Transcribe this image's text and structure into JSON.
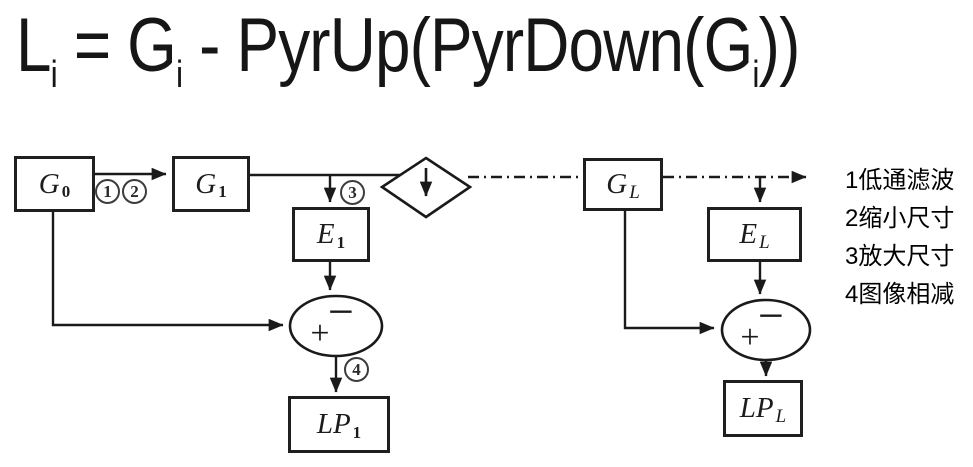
{
  "title": {
    "p1": "L",
    "s1": "i",
    "p2": " = G",
    "s2": "i",
    "p3": " - PyrUp(PyrDown(G",
    "s3": "i",
    "p4": "))"
  },
  "diagram": {
    "boxes": {
      "g0": {
        "main": "G",
        "sub": "0"
      },
      "g1": {
        "main": "G",
        "sub": "1"
      },
      "e1": {
        "main": "E",
        "sub": "1"
      },
      "lp1": {
        "main": "LP",
        "sub": "1"
      },
      "gL": {
        "main": "G",
        "sub": "L"
      },
      "eL": {
        "main": "E",
        "sub": "L"
      },
      "lpL": {
        "main": "LP",
        "sub": "L"
      }
    },
    "steps": {
      "one": "1",
      "two": "2",
      "three": "3",
      "four": "4"
    },
    "sum": {
      "plus": "+",
      "minus": "−"
    }
  },
  "legend": {
    "items": [
      "1低通滤波",
      "2缩小尺寸",
      "3放大尺寸",
      "4图像相减"
    ]
  },
  "colors": {
    "ink": "#1a1a1a",
    "background": "#ffffff"
  }
}
